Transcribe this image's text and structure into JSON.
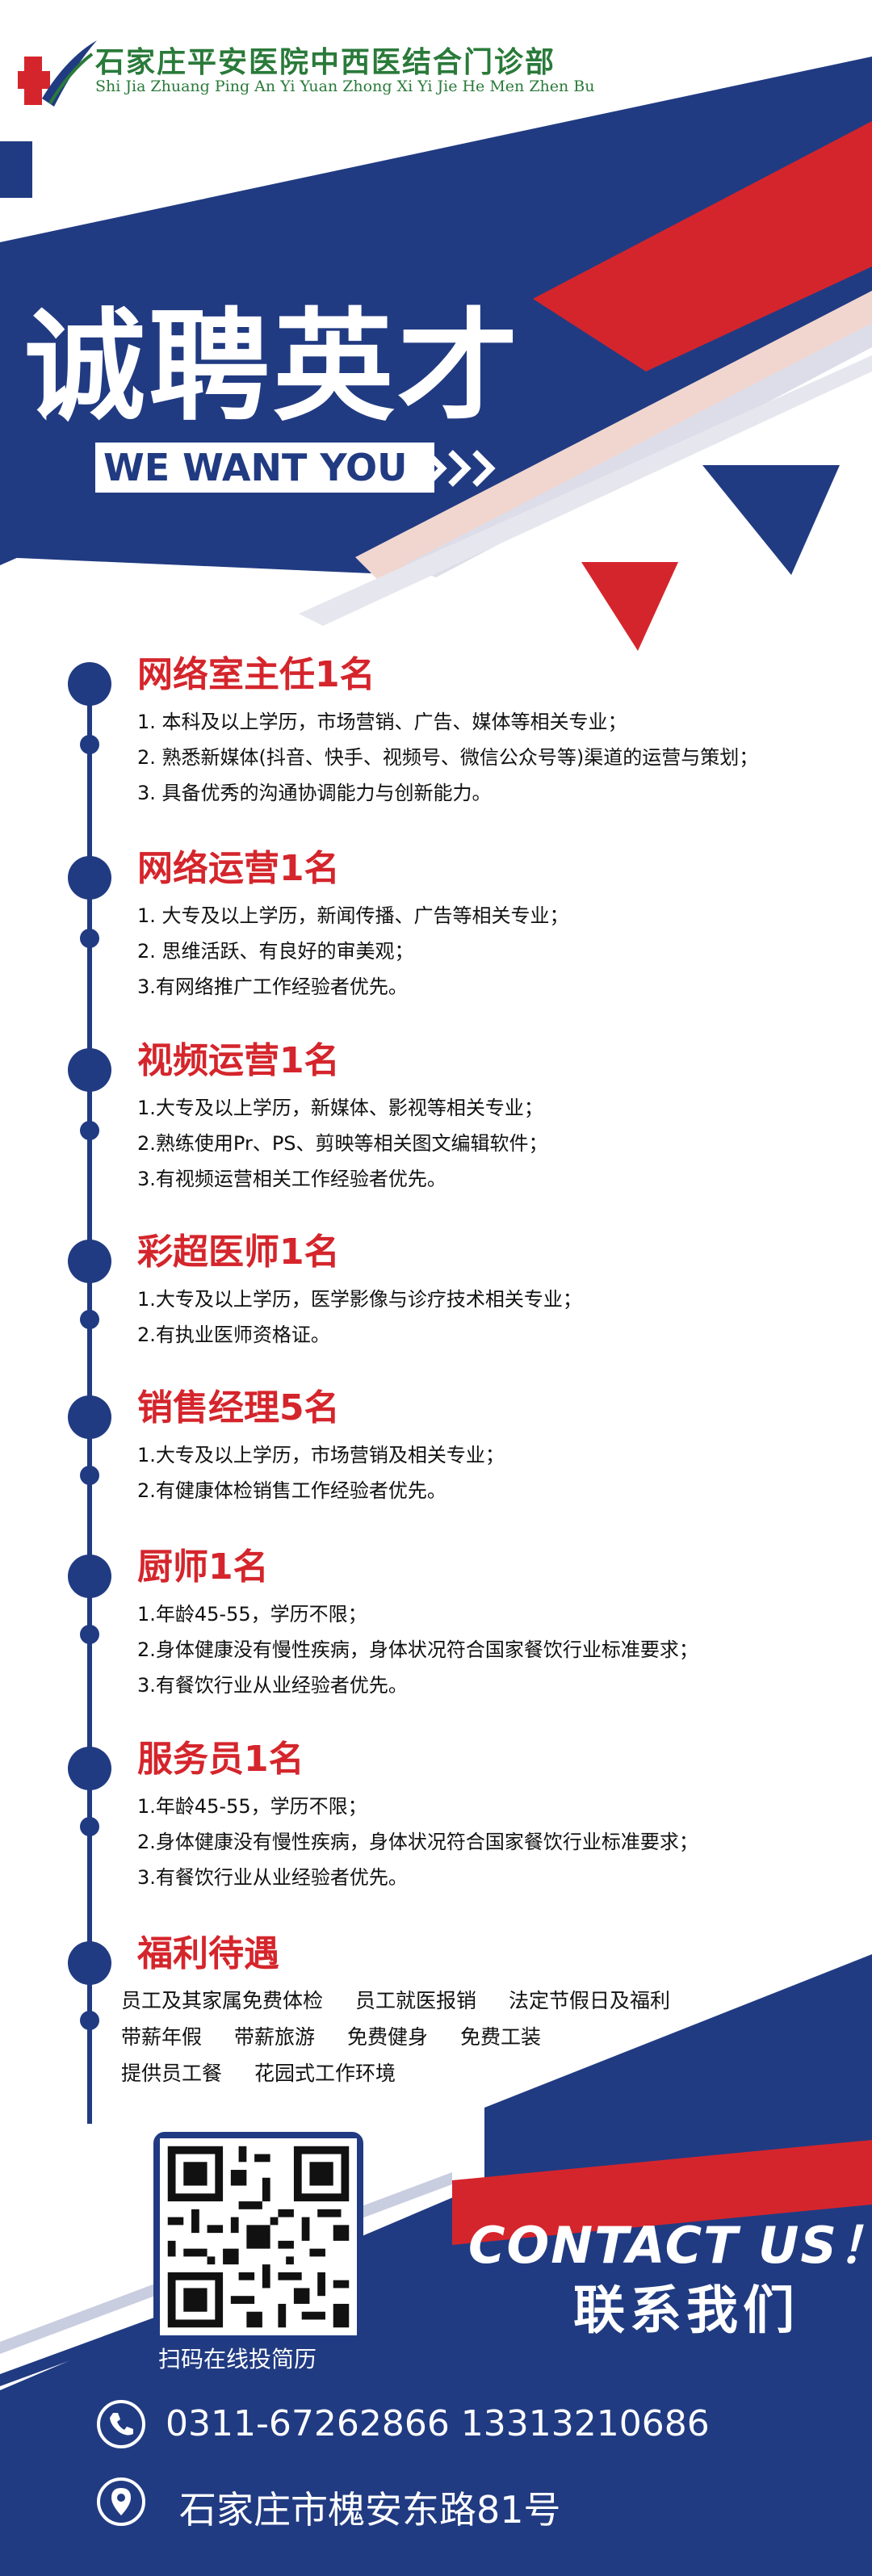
{
  "header": {
    "hospital_cn": "石家庄平安医院中西医结合门诊部",
    "hospital_en": "Shi Jia Zhuang Ping An Yi Yuan Zhong Xi Yi Jie He Men Zhen Bu"
  },
  "hero": {
    "title": "诚聘英才",
    "subtitle": "WE WANT YOU"
  },
  "jobs": [
    {
      "title": "网络室主任1名",
      "reqs": [
        "1. 本科及以上学历，市场营销、广告、媒体等相关专业；",
        "2. 熟悉新媒体(抖音、快手、视频号、微信公众号等)渠道的运营与策划；",
        "3. 具备优秀的沟通协调能力与创新能力。"
      ]
    },
    {
      "title": "网络运营1名",
      "reqs": [
        "1. 大专及以上学历，新闻传播、广告等相关专业；",
        "2. 思维活跃、有良好的审美观；",
        "3.有网络推广工作经验者优先。"
      ]
    },
    {
      "title": "视频运营1名",
      "reqs": [
        "1.大专及以上学历，新媒体、影视等相关专业；",
        "2.熟练使用Pr、PS、剪映等相关图文编辑软件；",
        "3.有视频运营相关工作经验者优先。"
      ]
    },
    {
      "title": "彩超医师1名",
      "reqs": [
        "1.大专及以上学历，医学影像与诊疗技术相关专业；",
        "2.有执业医师资格证。"
      ]
    },
    {
      "title": "销售经理5名",
      "reqs": [
        "1.大专及以上学历，市场营销及相关专业；",
        "2.有健康体检销售工作经验者优先。"
      ]
    },
    {
      "title": "厨师1名",
      "reqs": [
        "1.年龄45-55，学历不限；",
        "2.身体健康没有慢性疾病，身体状况符合国家餐饮行业标准要求；",
        "3.有餐饮行业从业经验者优先。"
      ]
    },
    {
      "title": "服务员1名",
      "reqs": [
        "1.年龄45-55，学历不限；",
        "2.身体健康没有慢性疾病，身体状况符合国家餐饮行业标准要求；",
        "3.有餐饮行业从业经验者优先。"
      ]
    }
  ],
  "benefits": {
    "title": "福利待遇",
    "row1": [
      "员工及其家属免费体检",
      "员工就医报销",
      "法定节假日及福利"
    ],
    "row2": [
      "带薪年假",
      "带薪旅游",
      "免费健身",
      "免费工装"
    ],
    "row3": [
      "提供员工餐",
      "花园式工作环境"
    ]
  },
  "footer": {
    "qr_caption": "扫码在线投简历",
    "contact_en": "CONTACT US！",
    "contact_cn": "联系我们",
    "phone": "0311-67262866   13313210686",
    "address": "石家庄市槐安东路81号",
    "icons": {
      "phone": "phone-icon",
      "address": "location-pin-icon"
    }
  },
  "colors": {
    "navy": "#213b82",
    "red": "#d5252c",
    "green": "#2a7a3a"
  }
}
